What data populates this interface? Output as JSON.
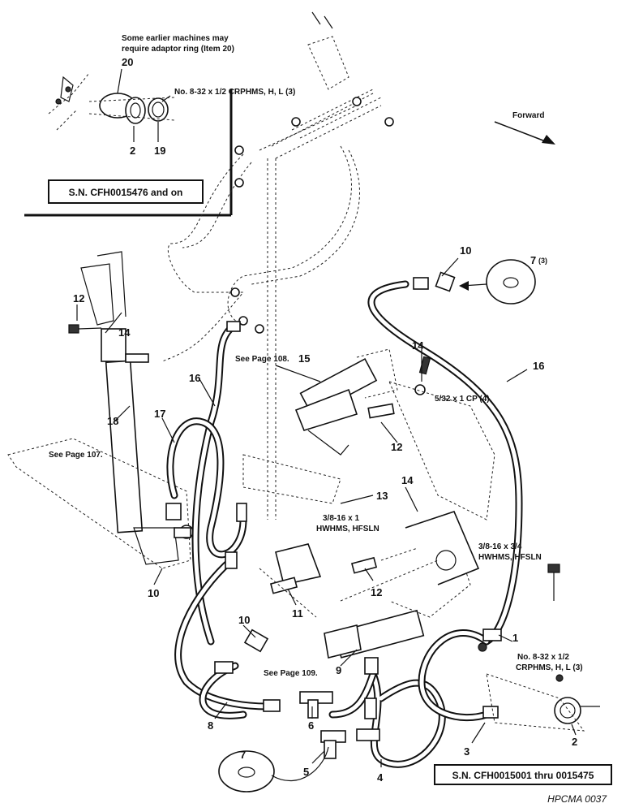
{
  "inset": {
    "note_line1": "Some earlier machines may",
    "note_line2": "require adaptor ring (Item 20)",
    "screw_label": "No. 8-32 x 1/2 CRPHMS, H, L (3)",
    "serial_label": "S.N. CFH0015476 and on",
    "callouts": [
      "20",
      "2",
      "19"
    ]
  },
  "forward_label": "Forward",
  "callouts": {
    "c7_top": "7",
    "c7_top_qty": "(3)",
    "c10_top": "10",
    "c12_left": "12",
    "c14_left": "14",
    "c15": "15",
    "c14_mid": "14",
    "c16_right": "16",
    "c16_left": "16",
    "c17": "17",
    "c18": "18",
    "c12_mid": "12",
    "c13": "13",
    "c14_lower": "14",
    "c10_left": "10",
    "c11": "11",
    "c12_lower": "12",
    "c1": "1",
    "c10_lower": "10",
    "c9": "9",
    "c8": "8",
    "c6": "6",
    "c5": "5",
    "c4": "4",
    "c3": "3",
    "c2": "2",
    "c7_bottom": "7"
  },
  "labels": {
    "see_108": "See Page 108.",
    "see_107": "See Page 107.",
    "see_109": "See Page 109.",
    "cp_label": "5/32 x 1 CP (4)",
    "hw_1_line1": "3/8-16 x 1",
    "hw_1_line2": "HWHMS, HFSLN",
    "hw_2_line1": "3/8-16 x 3/4",
    "hw_2_line2": "HWHMS, HFSLN",
    "screw2_line1": "No. 8-32 x 1/2",
    "screw2_line2": "CRPHMS, H, L (3)"
  },
  "serial_bottom": "S.N. CFH0015001 thru 0015475",
  "figure_id": "HPCMA 0037"
}
